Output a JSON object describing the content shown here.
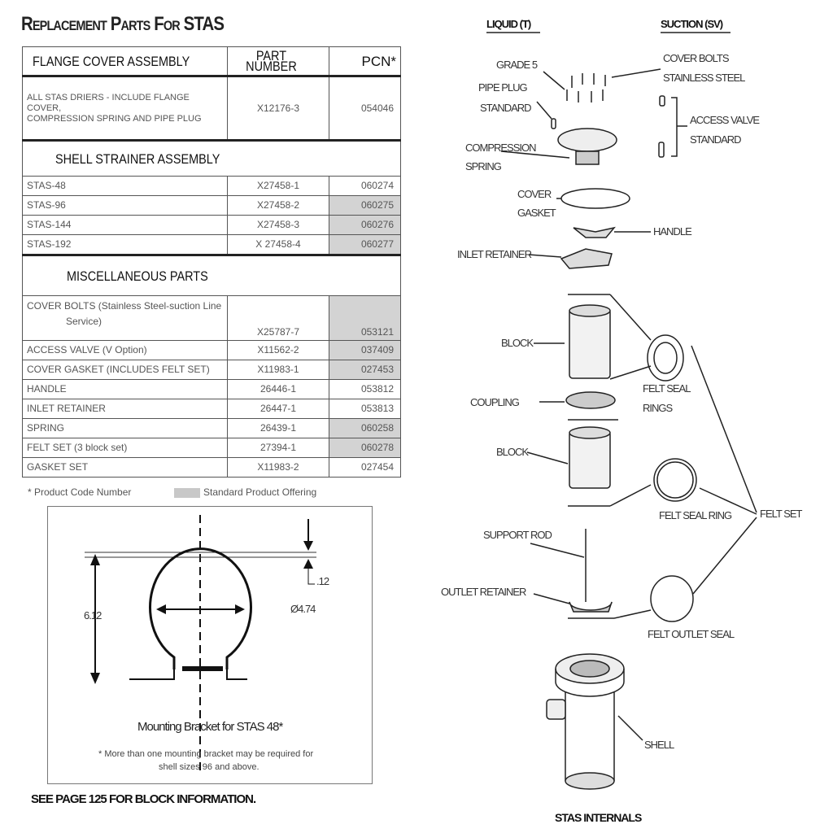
{
  "title": "Replacement Parts For STAS",
  "table": {
    "headers": [
      "FLANGE COVER ASSEMBLY",
      "PART NUMBER",
      "PCN*"
    ],
    "flange": [
      {
        "desc1": "ALL STAS DRIERS - INCLUDE FLANGE COVER,",
        "desc2": "COMPRESSION SPRING AND PIPE PLUG",
        "part": "X12176-3",
        "pcn": "054046"
      }
    ],
    "shell_title": "SHELL STRAINER ASSEMBLY",
    "shell": [
      {
        "desc": "STAS-48",
        "part": "X27458-1",
        "pcn": "060274",
        "standard": false
      },
      {
        "desc": "STAS-96",
        "part": "X27458-2",
        "pcn": "060275",
        "standard": true
      },
      {
        "desc": "STAS-144",
        "part": "X27458-3",
        "pcn": "060276",
        "standard": true
      },
      {
        "desc": "STAS-192",
        "part": "X 27458-4",
        "pcn": "060277",
        "standard": true
      }
    ],
    "misc_title": "MISCELLANEOUS PARTS",
    "misc_first": {
      "desc1": "COVER BOLTS (Stainless Steel-suction Line",
      "desc2": "Service)",
      "part": "X25787-7",
      "pcn": "053121"
    },
    "misc": [
      {
        "desc": "ACCESS VALVE (V Option)",
        "part": "X11562-2",
        "pcn": "037409",
        "standard": true
      },
      {
        "desc": "COVER GASKET (INCLUDES FELT SET)",
        "part": "X11983-1",
        "pcn": "027453",
        "standard": true
      },
      {
        "desc": "HANDLE",
        "part": "26446-1",
        "pcn": "053812",
        "standard": false
      },
      {
        "desc": "INLET RETAINER",
        "part": "26447-1",
        "pcn": "053813",
        "standard": false
      },
      {
        "desc": "SPRING",
        "part": "26439-1",
        "pcn": "060258",
        "standard": true
      },
      {
        "desc": "FELT SET (3 block set)",
        "part": "27394-1",
        "pcn": "060278",
        "standard": true
      },
      {
        "desc": "GASKET SET",
        "part": "X11983-2",
        "pcn": "027454",
        "standard": false
      }
    ]
  },
  "legend": {
    "pcn_note": "* Product Code Number",
    "standard": "Standard Product Offering",
    "standard_color": "#c8c8c8"
  },
  "bracket": {
    "dim_height": "6.12",
    "dim_offset": ".12",
    "dim_dia": "Ø4.74",
    "caption": "Mounting Bracket for STAS 48*",
    "note1": "* More than one mounting bracket may be required for",
    "note2": "shell sizes 96 and above."
  },
  "see_page": "SEE PAGE 125 FOR BLOCK INFORMATION.",
  "diagram": {
    "liquid": "LIQUID (T)",
    "suction": "SUCTION (SV)",
    "grade5": "GRADE 5",
    "pipe_plug": "PIPE PLUG",
    "standard": "STANDARD",
    "cover_bolts": "COVER BOLTS",
    "stainless": "STAINLESS STEEL",
    "access_valve": "ACCESS VALVE",
    "standard2": "STANDARD",
    "compression": "COMPRESSION",
    "spring": "SPRING",
    "cover": "COVER",
    "gasket": "GASKET",
    "handle": "HANDLE",
    "inlet_retainer": "INLET RETAINER",
    "block1": "BLOCK",
    "felt_seal": "FELT SEAL",
    "rings": "RINGS",
    "coupling": "COUPLING",
    "block2": "BLOCK",
    "felt_seal_ring": "FELT SEAL RING",
    "felt_set": "FELT SET",
    "support_rod": "SUPPORT ROD",
    "outlet_retainer": "OUTLET RETAINER",
    "felt_outlet_seal": "FELT OUTLET SEAL",
    "shell": "SHELL",
    "internals": "STAS INTERNALS"
  }
}
